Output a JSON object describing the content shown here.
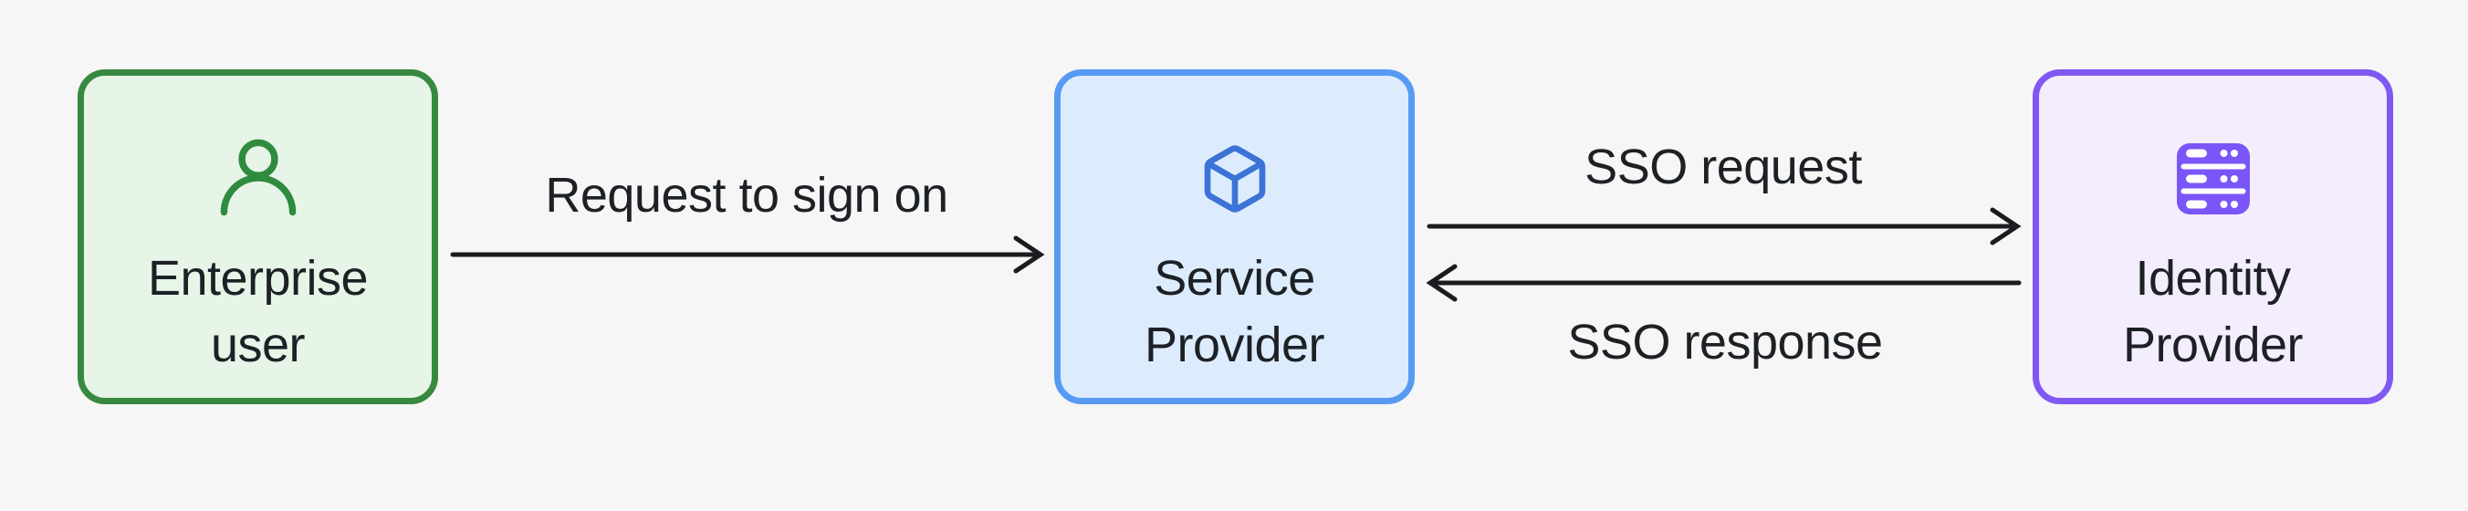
{
  "diagram": {
    "background_color": "#f5f6f5",
    "text_color": "#1d2126",
    "arrow_color": "#1a1c20",
    "nodes": [
      {
        "id": "enterprise-user",
        "label_lines": [
          "Enterprise",
          "user"
        ],
        "icon": "user-icon",
        "fill_color": "#e7f4e8",
        "border_color": "#38893f",
        "icon_color": "#2f8b3e"
      },
      {
        "id": "service-provider",
        "label_lines": [
          "Service",
          "Provider"
        ],
        "icon": "box-icon",
        "fill_color": "#ddecfd",
        "border_color": "#579af3",
        "icon_color": "#3b74d6"
      },
      {
        "id": "identity-provider",
        "label_lines": [
          "Identity",
          "Provider"
        ],
        "icon": "server-stack-icon",
        "fill_color": "#f3edfd",
        "border_color": "#8158f2",
        "icon_color": "#7a55f7"
      }
    ],
    "edges": [
      {
        "id": "request-to-sign-on",
        "label": "Request to sign on",
        "from": "enterprise-user",
        "to": "service-provider",
        "direction": "right"
      },
      {
        "id": "sso-request",
        "label": "SSO request",
        "from": "service-provider",
        "to": "identity-provider",
        "direction": "right"
      },
      {
        "id": "sso-response",
        "label": "SSO response",
        "from": "identity-provider",
        "to": "service-provider",
        "direction": "left"
      }
    ]
  }
}
